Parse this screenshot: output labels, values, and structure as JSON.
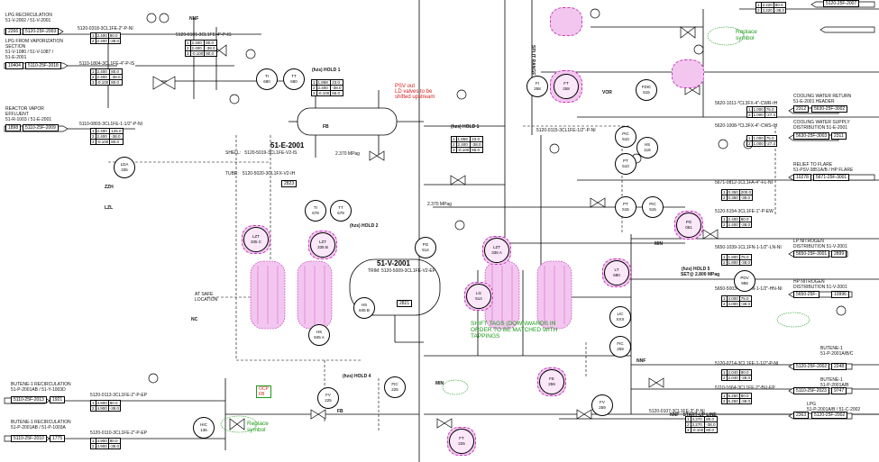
{
  "diagram": {
    "inlet_labels": {
      "lpg_recirc": "LPG RECIRCULATION\n51-V-2002 / 51-V-2001",
      "lpg_recirc_line": "5120-25F-2003",
      "lpg_recirc_num": "2266",
      "lpg_vapor": "LPG FROM VAPORIZATION\nSECTION\n51-V-1080 / 51-V-1087 /\n51-E-2001",
      "lpg_vapor_line": "5110-25F-2018",
      "lpg_vapor_num": "10404",
      "reactor_vapor": "REACTOR VAPOR\nEFFLUENT\n51-R-1003 / 51-E-2001",
      "reactor_vapor_line": "5110-25F-2009",
      "reactor_vapor_num": "1898",
      "butene1_recirc_a": "BUTENE-1 RECIRCULATION\n51-P-2001AB / 51-Y-1003D",
      "butene1_recirc_a_line": "5110-25F-2013",
      "butene1_recirc_a_num": "1921",
      "butene1_recirc_b": "BUTENE-1 RECIRCULATION\n51-P-2001AB / 51-P-1003A",
      "butene1_recirc_b_line": "5110-25F-2010",
      "butene1_recirc_b_num": "1775"
    },
    "outlet_labels": {
      "cw_return": "COOLING WATER RETURN\n51-E-2001 HEADER",
      "cw_return_line": "5630-25F-3002",
      "cw_return_num": "2312",
      "cw_supply": "COOLING WATER SUPPLY\nDISTRIBUTION 51-E-2001",
      "cw_supply_line": "5630-25F-3003",
      "cw_supply_num": "2311",
      "flare": "RELIEF TO FLARE\n51-PSV-3851A/B / HP FLARE",
      "flare_line": "5671-25F-3001",
      "flare_num": "10278",
      "lp_n2": "LP NITROGEN\nDISTRIBUTION 51-V-2001",
      "lp_n2_line": "5650-25F-3001",
      "lp_n2_num": "2899",
      "hp_n2": "HP NITROGEN\nDISTRIBUTION 51-V-2001",
      "hp_n2_line": "5650-25F-",
      "hp_n2_num": "10996",
      "butene1_a": "BUTENE-1\n51-P-2001A/B/C",
      "butene1_a_line": "5120-25F-2002",
      "butene1_a_num": "2248",
      "butene1_b": "BUTENE-1\n51-P-2001A/B",
      "butene1_b_line": "5110-25F-2023",
      "butene1_b_num": "9747",
      "lpg": "LPG\n51-P-2001A/B / 51-C-2002",
      "lpg_line": "5120-25F-2002",
      "lpg_num": "2363",
      "top_right_line": "5120-25F-2007"
    },
    "equipment": {
      "exchanger": "51-E-2001",
      "exchanger_shell": "SHELL:   5120-5019-3CL1FE-V2-IS",
      "exchanger_tube": "TUBE:   5120-5020-3CL1FX-V2-IH",
      "exchanger_num": "2823",
      "vessel": "51-V-2001",
      "vessel_trim": "TRIM: 5120-5009-3CL1FE-V2-EP",
      "vessel_num": "2821"
    },
    "line_specs": [
      "5120-0318-3CL1FE-2\"-P-NI",
      "5120-0101-3CL1FE-4\"-P-IS",
      "5110-1804-3CL1FE-4\"-P-IS",
      "5110-0803-3CL1FE-1-1/2\"-P-NI",
      "5120-0115-3CL1FE-1/2\"-P-NI",
      "5620-1011-*CL3FX-4\"-CWR-IH",
      "5620-1008-*CL3FX-4\"-CWS-IH",
      "5671-0812-1CL1FA-4\"-FL-NI",
      "5120-5154-3CL1FE-1\"-P-EW",
      "5650-1039-1CL1FN-1-1/2\"-LN-NI",
      "5650-5003-3CL1FN-1-1/2\"-HN-NI",
      "5120-0714-3CL1FE-1-1/2\"-P-NI",
      "5110-1664-3CL1FE-2\"-BU-EP",
      "5120-0107-3CL1FE-3\"-P-NI",
      "5120-0113-3CL1FE-2\"-P-EP",
      "5120-0110-3CL1FE-2\"-P-EP"
    ],
    "tables": [
      {
        "rows": [
          [
            "1",
            "2.400",
            "80.0"
          ],
          [
            "2",
            "2.400",
            "-38.0"
          ]
        ]
      },
      {
        "rows": [
          [
            "1",
            "2.400",
            "80.0"
          ],
          [
            "2",
            "2.400",
            "-38.0"
          ],
          [
            "3",
            "-0.100",
            "80.0"
          ]
        ]
      },
      {
        "rows": [
          [
            "1",
            "2.400",
            "80.0"
          ],
          [
            "2",
            "2.400",
            "-38.0"
          ],
          [
            "3",
            "-0.100",
            "80.0"
          ]
        ]
      },
      {
        "rows": [
          [
            "1",
            "2.400",
            "125.0"
          ],
          [
            "2",
            "2.400",
            "-38.0"
          ],
          [
            "3",
            "-0.100",
            "80.0"
          ]
        ]
      },
      {
        "rows": [
          [
            "1",
            "1.858",
            "23.0"
          ],
          [
            "2",
            "2.400",
            "-38.0"
          ],
          [
            "3",
            "-0.100",
            "65.0"
          ]
        ]
      },
      {
        "rows": [
          [
            "1",
            "1.858",
            "23.0"
          ],
          [
            "2",
            "2.400",
            "-38.0"
          ],
          [
            "3",
            "-0.100",
            "65.0"
          ]
        ]
      },
      {
        "rows": [
          [
            "1",
            "1.000",
            "75.0"
          ],
          [
            "2",
            "1.000",
            "-27.3"
          ]
        ]
      },
      {
        "rows": [
          [
            "1",
            "1.000",
            "75.0"
          ],
          [
            "2",
            "1.000",
            "-27.3"
          ]
        ]
      },
      {
        "rows": [
          [
            "1",
            "0.350",
            "200.0"
          ],
          [
            "2",
            "0.350",
            "-38.0"
          ]
        ]
      },
      {
        "rows": [
          [
            "1",
            "2.400",
            "80.0"
          ],
          [
            "2",
            "2.400",
            "-38.0"
          ]
        ]
      },
      {
        "rows": [
          [
            "1",
            "1.800",
            "75.0"
          ],
          [
            "2",
            "1.800",
            "-38.0"
          ]
        ]
      },
      {
        "rows": [
          [
            "1",
            "4.000",
            "75.0"
          ],
          [
            "2",
            "4.000",
            "-38.0"
          ]
        ]
      },
      {
        "rows": [
          [
            "1",
            "2.040",
            "80.0"
          ],
          [
            "2",
            "2.040",
            "-38.0"
          ]
        ]
      },
      {
        "rows": [
          [
            "1",
            "5.250",
            "80.0"
          ],
          [
            "2",
            "5.250",
            "-38.0"
          ]
        ]
      },
      {
        "rows": [
          [
            "1",
            "3.270",
            "80.0"
          ],
          [
            "2",
            "3.270",
            "-38.0"
          ],
          [
            "3",
            "-0.100",
            "80.0"
          ]
        ]
      },
      {
        "rows": [
          [
            "1",
            "4.900",
            "80.0"
          ],
          [
            "2",
            "4.900",
            "-38.0"
          ]
        ]
      },
      {
        "rows": [
          [
            "1",
            "4.900",
            "80.0"
          ],
          [
            "2",
            "4.900",
            "-38.0"
          ]
        ]
      },
      {
        "rows": [
          [
            "1",
            "3.220",
            "80.0"
          ],
          [
            "2",
            "3.220",
            "-38.0"
          ]
        ]
      }
    ],
    "instruments": [
      {
        "l1": "TI",
        "l2": "680"
      },
      {
        "l1": "TT",
        "l2": "680"
      },
      {
        "l1": "FI",
        "l2": "258"
      },
      {
        "l1": "FT",
        "l2": "258"
      },
      {
        "l1": "FDIC",
        "l2": "515"
      },
      {
        "l1": "PIC",
        "l2": "510"
      },
      {
        "l1": "PT",
        "l2": "510"
      },
      {
        "l1": "HS",
        "l2": "118"
      },
      {
        "l1": "TI",
        "l2": "679"
      },
      {
        "l1": "TT",
        "l2": "679"
      },
      {
        "l1": "PG",
        "l2": "514"
      },
      {
        "l1": "PT",
        "l2": "515"
      },
      {
        "l1": "PIC",
        "l2": "515"
      },
      {
        "l1": "LDA",
        "l2": "335"
      },
      {
        "l1": "LIC",
        "l2": "XXX"
      },
      {
        "l1": "FIC",
        "l2": "259"
      },
      {
        "l1": "FV",
        "l2": "225"
      },
      {
        "l1": "FIC",
        "l2": "225"
      },
      {
        "l1": "HIC",
        "l2": "136"
      },
      {
        "l1": "FT",
        "l2": "259"
      },
      {
        "l1": "HS",
        "l2": "845 B"
      },
      {
        "l1": "HS",
        "l2": "845 A"
      },
      {
        "l1": "PDV",
        "l2": "998"
      },
      {
        "l1": "FV",
        "l2": "259"
      }
    ],
    "level_clouds": [
      {
        "l1": "LZT",
        "l2": "335 C"
      },
      {
        "l1": "LZT",
        "l2": "335 B"
      },
      {
        "l1": "LZT",
        "l2": "335 A"
      },
      {
        "l1": "LG",
        "l2": "514"
      },
      {
        "l1": "LT",
        "l2": "680"
      },
      {
        "l1": "PG",
        "l2": "061"
      },
      {
        "l1": "FT",
        "l2": "225"
      },
      {
        "l1": "FE",
        "l2": "259"
      },
      {
        "l1": "LZT",
        "l2": "335 D"
      }
    ],
    "annotations": {
      "replace_symbol": "Replace\nsymbol",
      "ocp": "OCP\nFB",
      "shift_note": "SHIFT TAGS (DOWNWARDS IN\nORDER TO BE MATCHED WITH\nTAPPINGS",
      "red_note": "PSV out\nLD valves to be\nshifted upstream",
      "hold_1": "(hzs) HOLD 1",
      "hold_2": "(hzs) HOLD 2",
      "hold_4": "(hzs) HOLD 4",
      "hold_5": "(hzs) HOLD 5",
      "at_safe": "AT SAFE\nLOCATION",
      "min": "MIN",
      "nnf": "NNF",
      "start_up_line": "NNF   START-UP LINE",
      "split_range": "SPLIT RANGE",
      "set_pressure": "SET@ 2.800 MPag",
      "psv_set_1": "2.370 MPag",
      "psv_set_2": "2.370 MPag",
      "vor": "VOR",
      "fb": "FB",
      "nc": "NC",
      "zzh": "ZZH",
      "lzl": "LZL"
    }
  }
}
